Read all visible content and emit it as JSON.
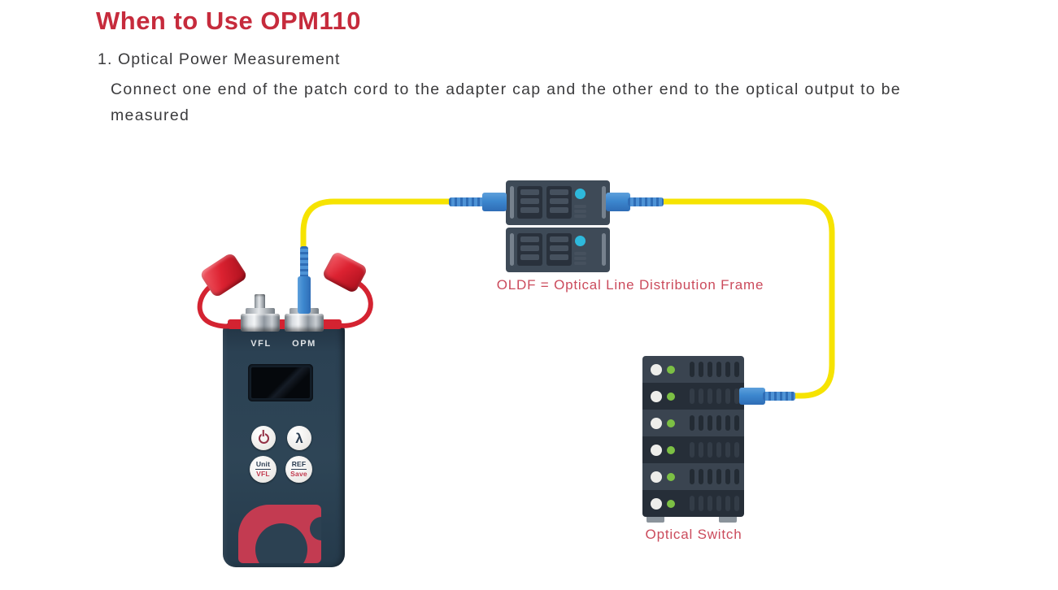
{
  "page": {
    "title": "When to Use OPM110",
    "step_heading": "1. Optical Power Measurement",
    "step_body": "Connect one end of the patch cord to the adapter cap and the other end to the optical output to be\nmeasured"
  },
  "diagram": {
    "oldf_label": "OLDF = Optical Line Distribution Frame",
    "switch_label": "Optical Switch",
    "oldf_unit_count": 2,
    "switch_unit_count": 6,
    "switch_slots_per_unit": 6
  },
  "device": {
    "model": "OPM110",
    "port_labels": {
      "vfl": "VFL",
      "opm": "OPM"
    },
    "buttons": {
      "power_icon": "power-symbol",
      "lambda": "λ",
      "unit_top": "Unit",
      "unit_bottom": "VFL",
      "ref_top": "REF",
      "ref_bottom": "Save"
    }
  },
  "colors": {
    "title_red": "#C62B3C",
    "label_red": "#CB4B5C",
    "body_text": "#3B3B3D",
    "cable_yellow": "#F6E301",
    "connector_blue": "#3C87CE",
    "cap_red": "#DC2231",
    "device_navy": "#2E4556",
    "rack_slate": "#3E4A57",
    "led_cyan": "#2EB9DC",
    "led_green": "#7CC044"
  }
}
